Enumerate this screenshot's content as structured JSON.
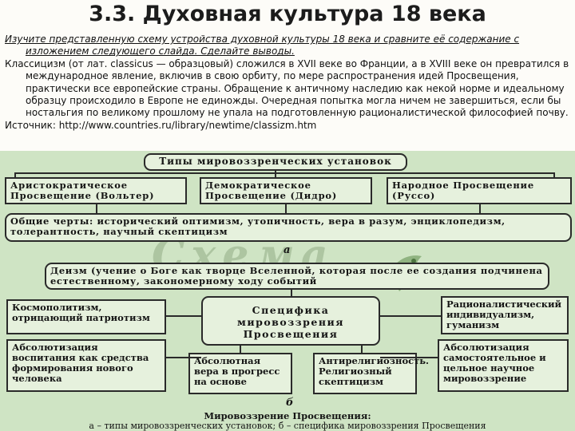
{
  "title": "3.3. Духовная культура 18 века",
  "intro": {
    "task": "Изучите представленную схему устройства духовной культуры 18 века и сравните её содержание с изложением следующего слайда. Сделайте выводы.",
    "classicism": "Классицизм (от лат. classicus — образцовый) сложился в XVII веке во Франции, а в XVIII веке он превратился в международное явление, включив в свою орбиту, по мере распространения идей Просвещения, практически все европейские страны. Обращение к античному наследию как некой норме и идеальному образцу происходило в Европе не единожды. Очередная попытка могла ничем не завершиться, если бы ностальгия по великому прошлому не упала на подготовленную рационалистической философией почву.",
    "source": "Источник: http://www.countries.ru/library/newtime/classizm.htm"
  },
  "scheme_a": {
    "top": "Типы мировоззренческих установок",
    "types": [
      "Аристократическое Просвещение (Вольтер)",
      "Демократическое Просвещение (Дидро)",
      "Народное Просвещение (Руссо)"
    ],
    "common": "Общие черты: исторический оптимизм, утопичность, вера в разум, энциклопедизм, толерантность, научный скептицизм",
    "label": "а"
  },
  "scheme_b": {
    "deism": "Деизм (учение о Боге как творце Вселенной, которая после ее создания подчинена естественному, закономерному ходу событий",
    "center": [
      "Специфика",
      "мировоззрения",
      "Просвещения"
    ],
    "left1": "Космополитизм, отрицающий патриотизм",
    "left2": "Абсолютизация воспитания как средства формирования нового человека",
    "mid1": "Абсолютная вера в прогресс на основе",
    "mid2": "Антирелигиозность. Религиозный скептицизм",
    "right1": "Рационалистический индивидуализм, гуманизм",
    "right2": "Абсолютизация самостоятельное и цельное научное мировоззрение",
    "label": "б"
  },
  "caption": {
    "line1": "Мировоззрение Просвещения:",
    "line2": "а – типы мировоззренческих установок; б – специфика мировоззрения Просвещения"
  },
  "watermark": {
    "text": "Схема"
  }
}
